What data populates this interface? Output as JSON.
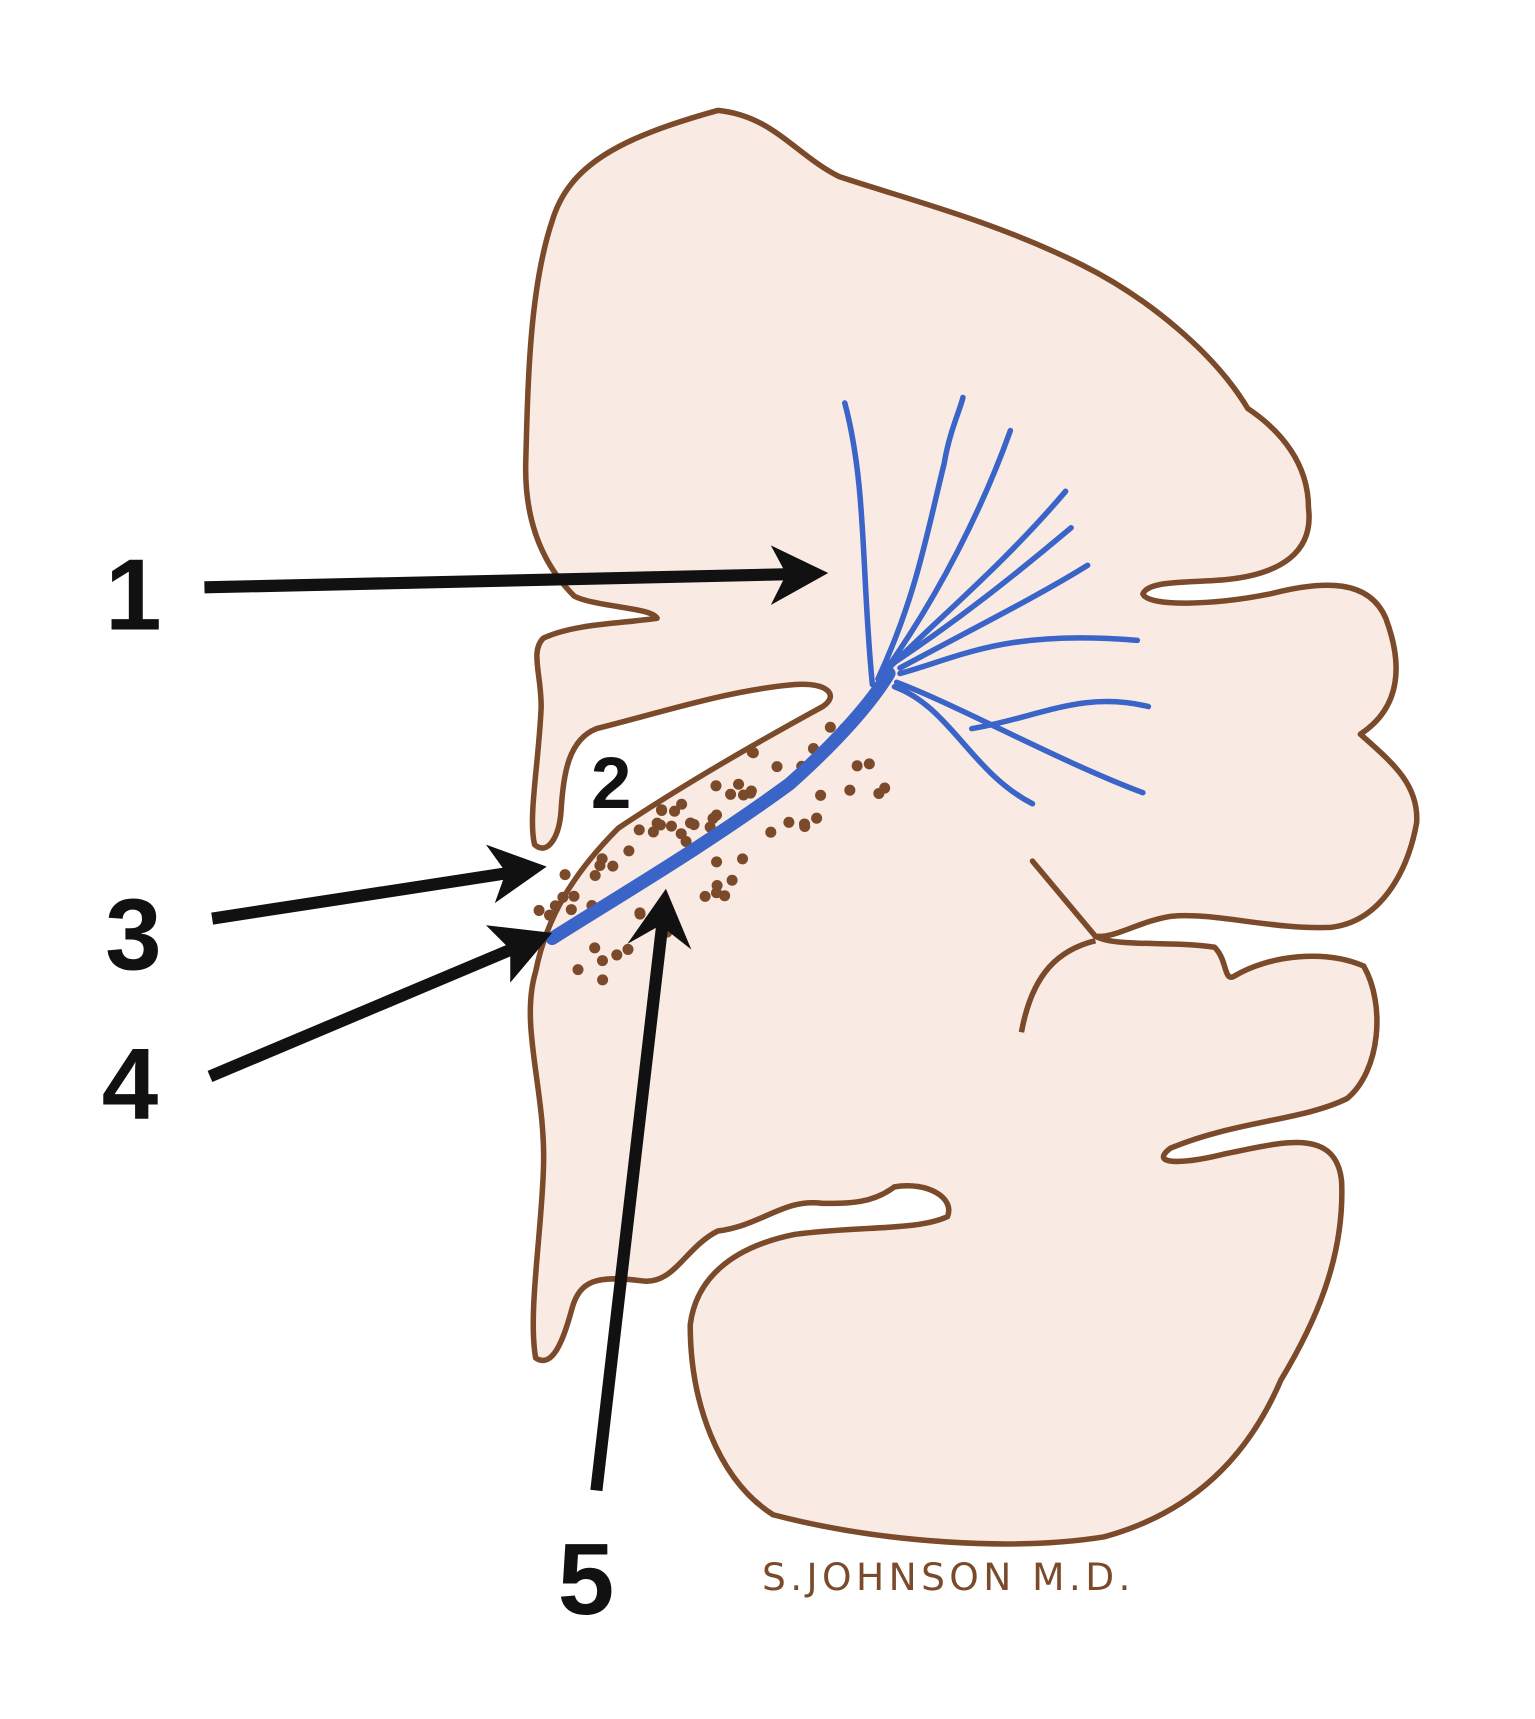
{
  "labels": [
    "1",
    "2",
    "3",
    "4",
    "5"
  ],
  "signature": "S.JOHNSON M.D.",
  "colors": {
    "outline": "#7a4a2a",
    "fill": "#f9ebe3",
    "vessel": "#3a64c8",
    "arrow": "#111111"
  }
}
